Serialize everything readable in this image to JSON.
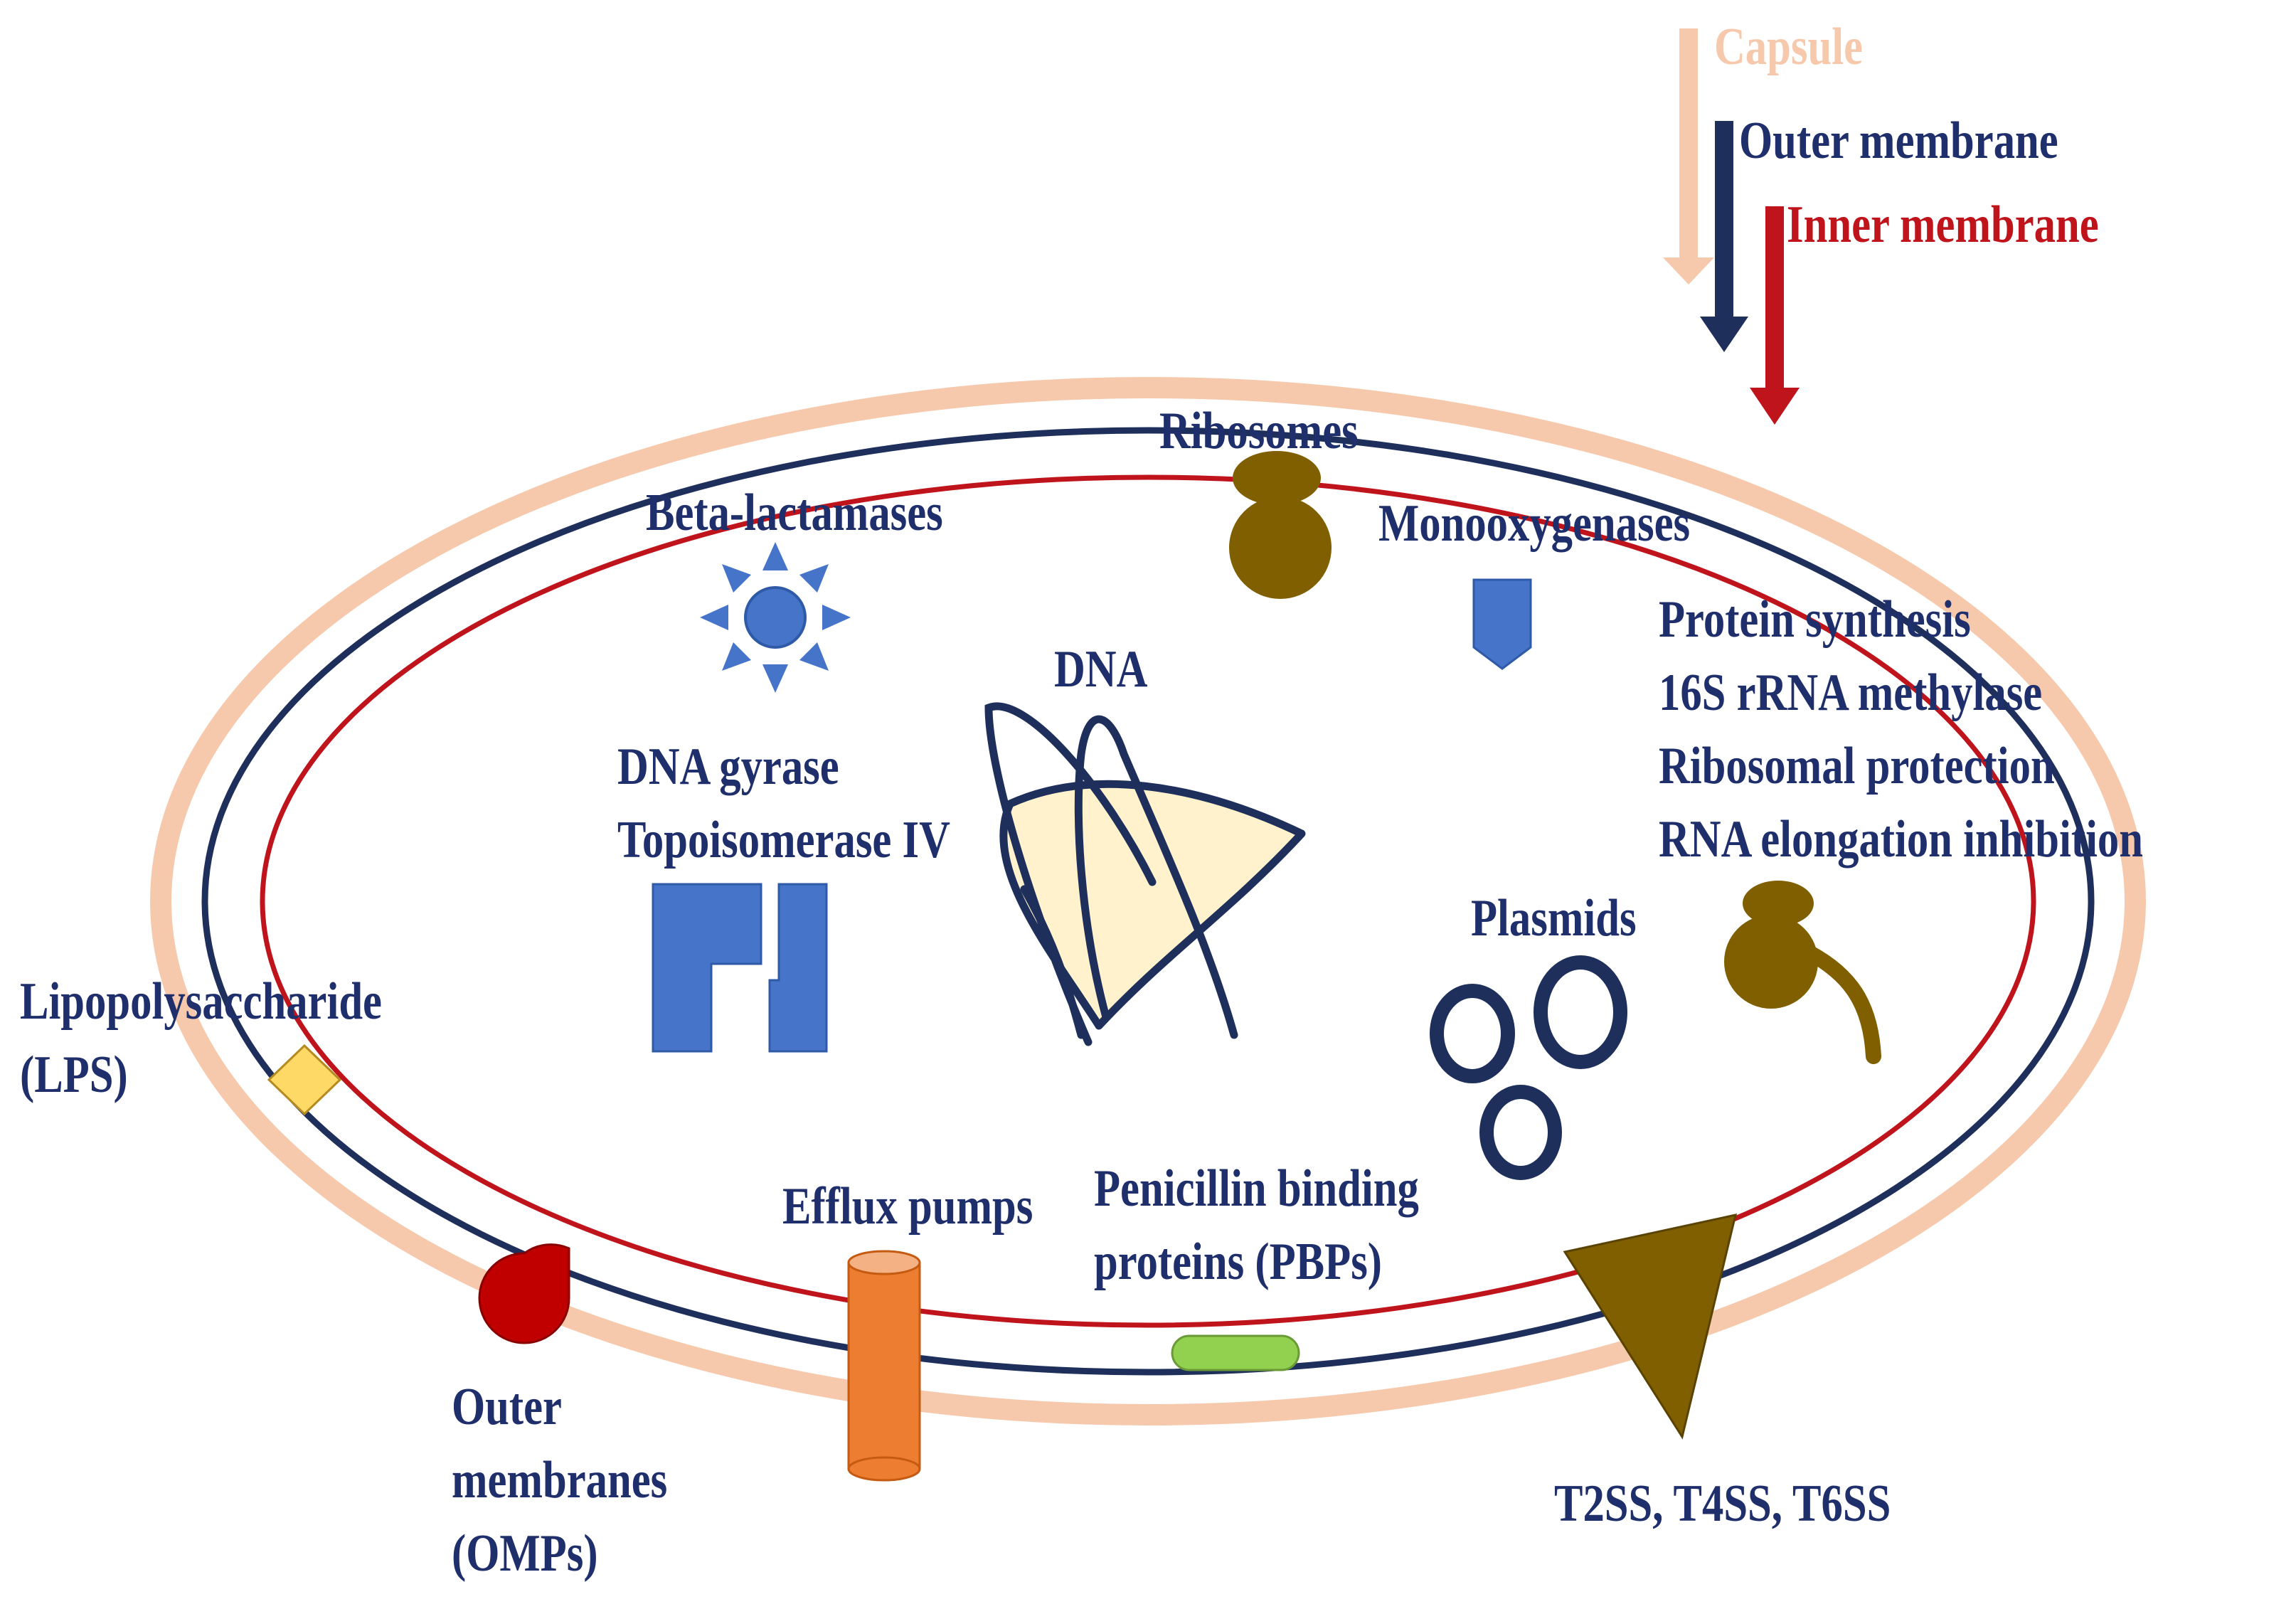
{
  "layers": {
    "capsule": "Capsule",
    "outer_membrane": "Outer membrane",
    "inner_membrane": "Inner membrane"
  },
  "labels": {
    "ribosomes": "Ribosomes",
    "beta_lactamases": "Beta-lactamases",
    "monooxygenases": "Monooxygenases",
    "dna": "DNA",
    "dna_gyrase": [
      "DNA gyrase",
      "Topoisomerase  IV"
    ],
    "protein_synthesis": [
      "Protein synthesis",
      "16S rRNA methylase",
      "Ribosomal  protection",
      "RNA elongation inhibition"
    ],
    "plasmids": "Plasmids",
    "lps": [
      "Lipopolysaccharide",
      "(LPS)"
    ],
    "efflux_pumps": "Efflux  pumps",
    "pbps": [
      "Penicillin  binding",
      "proteins  (PBPs)"
    ],
    "omps": [
      "Outer",
      "membranes",
      "(OMPs)"
    ],
    "secretion_systems": "T2SS, T4SS, T6SS"
  },
  "colors": {
    "capsule": "#f6c9ac",
    "outer_membrane": "#1f2f5c",
    "inner_membrane": "#c0141c",
    "label_text": "#1f2f6b",
    "enzyme_blue": "#4674c9",
    "ribosome_brown": "#7f5f00",
    "lps_yellow": "#ffd966",
    "omp_red": "#c00000",
    "efflux_orange": "#ed7d31",
    "pbp_green": "#92d050",
    "dna_fill": "#fff2cc"
  }
}
